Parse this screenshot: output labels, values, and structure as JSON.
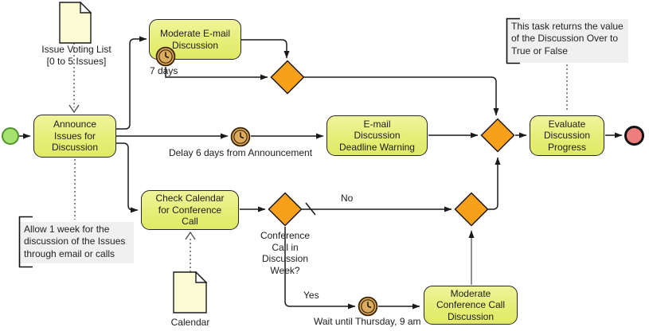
{
  "tasks": {
    "announce": "Announce\nIssues for\nDiscussion",
    "moderate_email": "Moderate E-mail\nDiscussion",
    "email_deadline_warning": "E-mail\nDiscussion\nDeadline Warning",
    "evaluate": "Evaluate\nDiscussion\nProgress",
    "check_calendar": "Check Calendar\nfor Conference\nCall",
    "moderate_conference": "Moderate\nConference Call\nDiscussion"
  },
  "labels": {
    "issue_voting_list": "Issue Voting List\n[0 to 5 Issues]",
    "seven_days": "7 days",
    "delay_six_days": "Delay 6 days from Announcement",
    "conference_call_question": "Conference\nCall in\nDiscussion\nWeek?",
    "no": "No",
    "yes": "Yes",
    "wait_until_thursday": "Wait until Thursday, 9 am",
    "calendar": "Calendar"
  },
  "annotations": {
    "allow_one_week": "Allow 1 week for the\ndiscussion of the Issues\nthrough email or calls",
    "task_returns_value": "This task returns the value\nof the Discussion Over to\nTrue or False"
  },
  "colors": {
    "task_fill": "#e6ee77",
    "gateway_fill": "#f9a01b",
    "timer_fill": "#dcab5e",
    "start_event_fill": "#a6e36e",
    "end_event_fill": "#ee7d7d",
    "document_fill": "#fcfcd4",
    "annotation_bg": "#f0f0f0"
  }
}
